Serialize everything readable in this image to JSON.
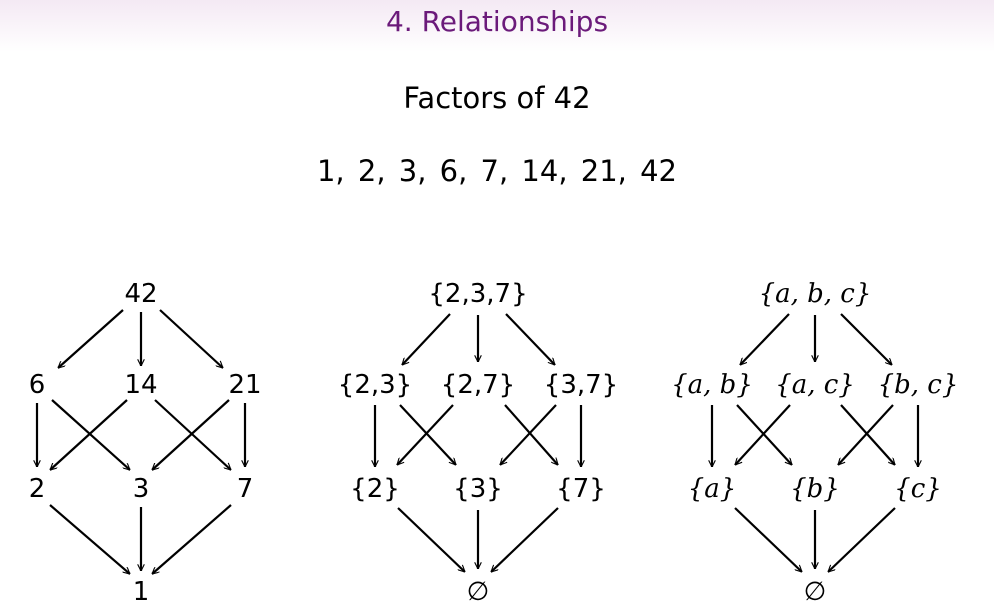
{
  "header": {
    "frame_title": "4. Relationships"
  },
  "subtitle": "Factors of 42",
  "factor_list": "1, 2, 3, 6, 7, 14, 21, 42",
  "diagrams": [
    {
      "name": "divisor-lattice",
      "nodes": {
        "top": "42",
        "l": "6",
        "m": "14",
        "r": "21",
        "bl": "2",
        "bm": "3",
        "br": "7",
        "bot": "1"
      }
    },
    {
      "name": "prime-subset-lattice",
      "nodes": {
        "top": "{2,3,7}",
        "l": "{2,3}",
        "m": "{2,7}",
        "r": "{3,7}",
        "bl": "{2}",
        "bm": "{3}",
        "br": "{7}",
        "bot": "∅"
      }
    },
    {
      "name": "letter-subset-lattice",
      "nodes": {
        "top": "{a, b, c}",
        "l": "{a, b}",
        "m": "{a, c}",
        "r": "{b, c}",
        "bl": "{a}",
        "bm": "{b}",
        "br": "{c}",
        "bot": "∅"
      }
    }
  ]
}
